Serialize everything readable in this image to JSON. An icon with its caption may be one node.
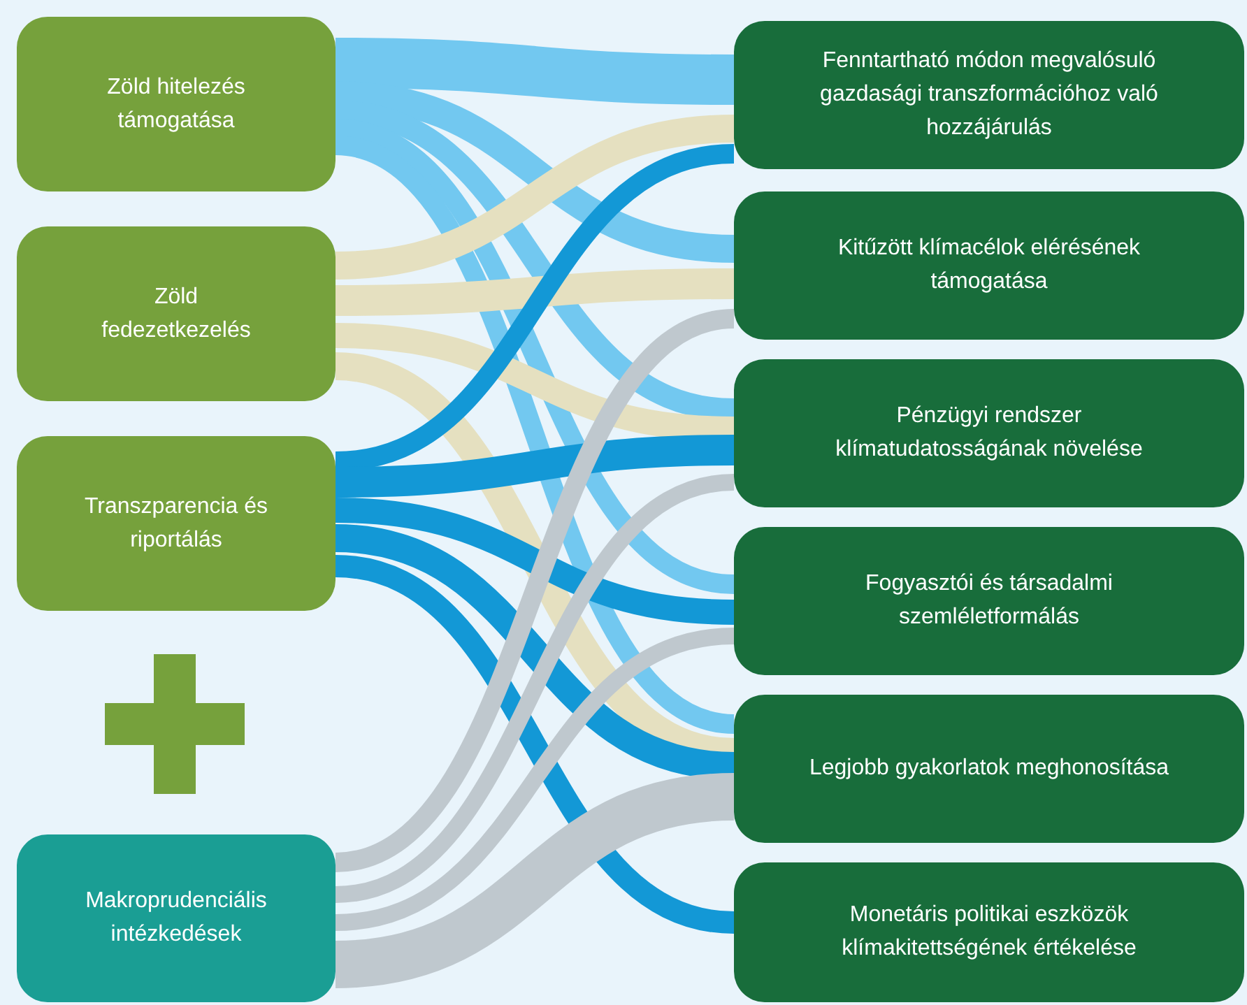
{
  "diagram": {
    "nodes": [
      {
        "text": [
          "Zöld hitelezés támogatása"
        ]
      },
      {
        "text": [
          "Zöld fedezetkezelés"
        ]
      },
      {
        "text": [
          "Transzparencia és riportálás"
        ]
      },
      {
        "text": [
          "Makroprudenciális intézkedések"
        ]
      },
      {
        "text": [
          "Fenntartható módon megvalósuló gazdasági transzformációhoz való hozzájárulás"
        ]
      },
      {
        "text": [
          "Kitűzött klímacélok elérésének támogatása"
        ]
      },
      {
        "text": [
          "Pénzügyi rendszer klímatudatosságának növelése"
        ]
      },
      {
        "text": [
          "Fogyasztói és társadalmi szemléletformálás"
        ]
      },
      {
        "text": [
          "Legjobb gyakorlatok meghonosítása"
        ]
      },
      {
        "text": [
          "Monetáris politikai eszközök klímakitettségének értékelése"
        ]
      }
    ],
    "edges": [
      {
        "from": 0,
        "to": 4,
        "arrow": "none",
        "style": "thick",
        "color": "#72c8f0"
      },
      {
        "from": 0,
        "to": 5,
        "arrow": "none",
        "color": "#72c8f0"
      },
      {
        "from": 0,
        "to": 6,
        "arrow": "none",
        "color": "#72c8f0"
      },
      {
        "from": 0,
        "to": 7,
        "arrow": "none",
        "color": "#72c8f0"
      },
      {
        "from": 0,
        "to": 8,
        "arrow": "none",
        "color": "#72c8f0"
      },
      {
        "from": 1,
        "to": 4,
        "arrow": "none",
        "color": "#e5e0c0"
      },
      {
        "from": 1,
        "to": 5,
        "arrow": "none",
        "color": "#e5e0c0"
      },
      {
        "from": 1,
        "to": 6,
        "arrow": "none",
        "color": "#e5e0c0"
      },
      {
        "from": 1,
        "to": 8,
        "arrow": "none",
        "color": "#e5e0c0"
      },
      {
        "from": 2,
        "to": 4,
        "arrow": "none",
        "color": "#1398d6"
      },
      {
        "from": 2,
        "to": 6,
        "arrow": "none",
        "color": "#1398d6"
      },
      {
        "from": 2,
        "to": 7,
        "arrow": "none",
        "color": "#1398d6"
      },
      {
        "from": 2,
        "to": 8,
        "arrow": "none",
        "color": "#1398d6"
      },
      {
        "from": 2,
        "to": 9,
        "arrow": "none",
        "color": "#1398d6"
      },
      {
        "from": 3,
        "to": 5,
        "arrow": "none",
        "color": "#bfc8ce"
      },
      {
        "from": 3,
        "to": 6,
        "arrow": "none",
        "color": "#bfc8ce"
      },
      {
        "from": 3,
        "to": 7,
        "arrow": "none",
        "color": "#bfc8ce"
      },
      {
        "from": 3,
        "to": 8,
        "arrow": "none",
        "style": "thick",
        "color": "#bfc8ce"
      }
    ]
  }
}
